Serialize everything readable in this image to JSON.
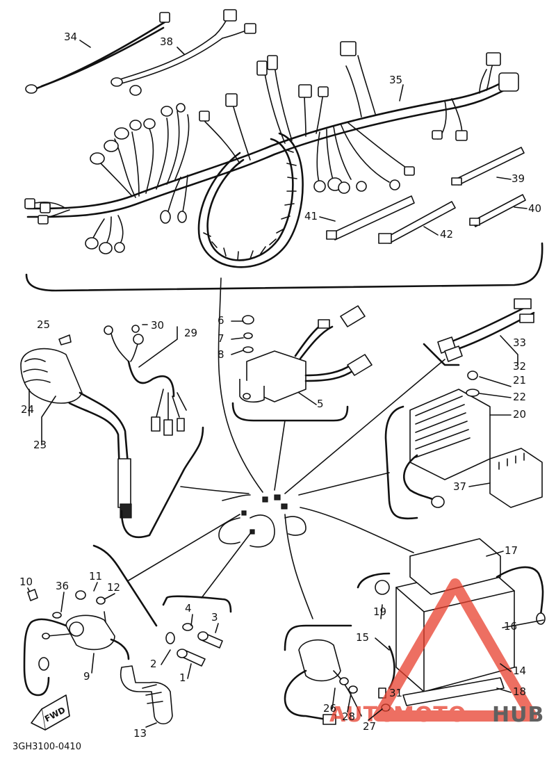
{
  "diagram_code": "3GH3100-0410",
  "fwd_label": "FWD",
  "watermark": {
    "auto": "AUTO",
    "moto": "MOTO",
    "hub": "HUB",
    "color_auto": "#e8402e",
    "color_hub": "#2b2b2b"
  },
  "labels": {
    "p1": "1",
    "p2": "2",
    "p3": "3",
    "p4": "4",
    "p5": "5",
    "p6": "6",
    "p7": "7",
    "p8": "8",
    "p9": "9",
    "p10": "10",
    "p11": "11",
    "p12": "12",
    "p13": "13",
    "p14": "14",
    "p15": "15",
    "p16": "16",
    "p17": "17",
    "p18": "18",
    "p19": "19",
    "p20": "20",
    "p21": "21",
    "p22": "22",
    "p23": "23",
    "p24": "24",
    "p25": "25",
    "p26": "26",
    "p27": "27",
    "p28": "28",
    "p29": "29",
    "p30": "30",
    "p31": "31",
    "p32": "32",
    "p33": "33",
    "p34": "34",
    "p35": "35",
    "p36": "36",
    "p37": "37",
    "p38": "38",
    "p39": "39",
    "p40": "40",
    "p41": "41",
    "p42": "42"
  }
}
